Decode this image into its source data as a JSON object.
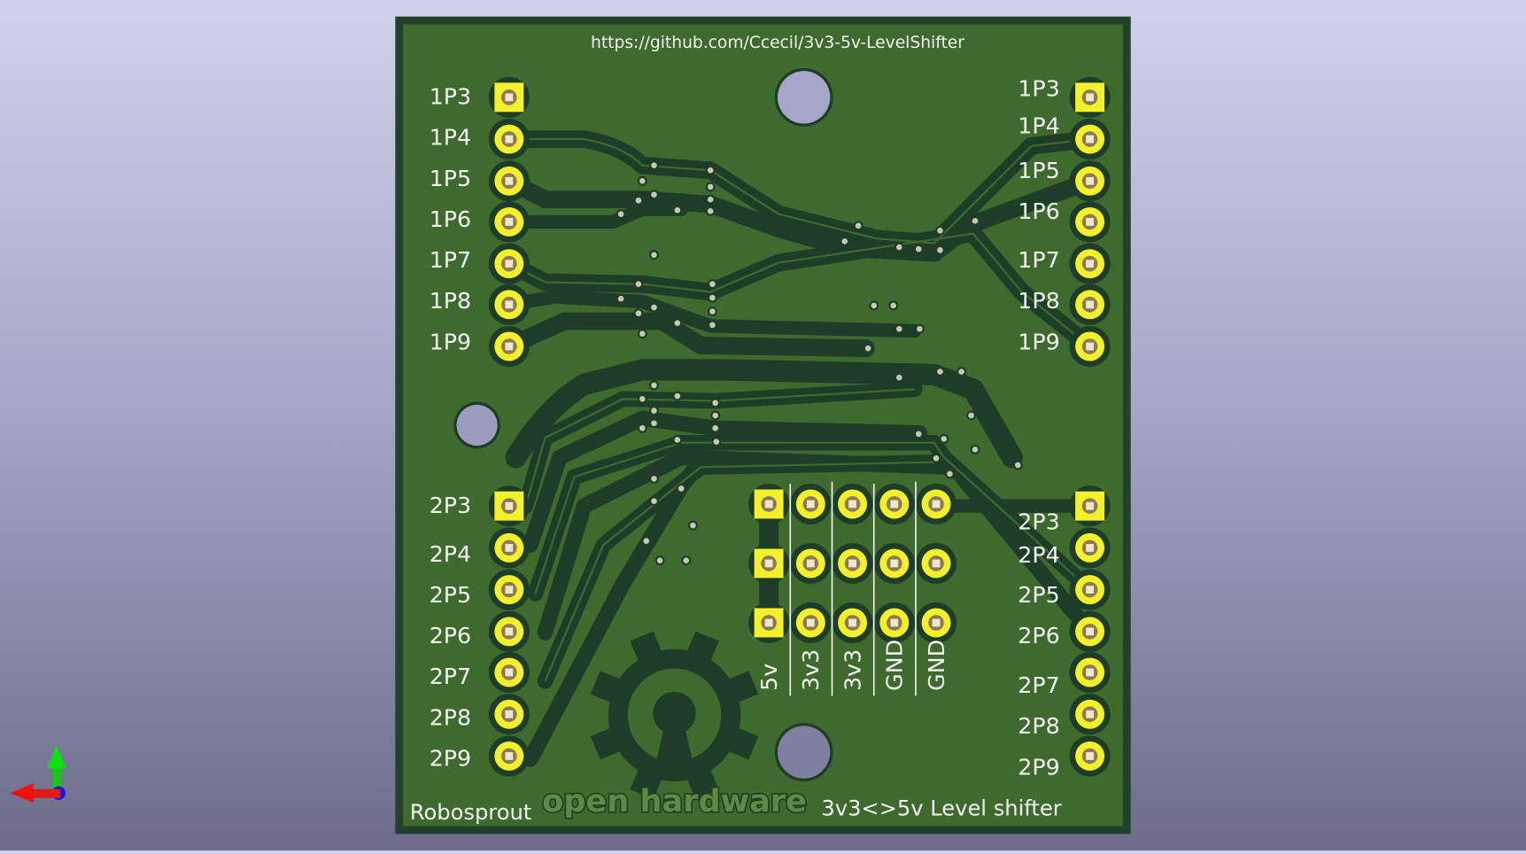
{
  "board": {
    "url_text": "https://github.com/Ccecil/3v3-5v-LevelShifter",
    "author": "Robosprout",
    "title": "3v3<>5v Level shifter",
    "logo_text": "open hardware",
    "left_top_labels": [
      "1P3",
      "1P4",
      "1P5",
      "1P6",
      "1P7",
      "1P8",
      "1P9"
    ],
    "right_top_labels": [
      "1P3",
      "1P4",
      "1P5",
      "1P6",
      "1P7",
      "1P8",
      "1P9"
    ],
    "left_bottom_labels": [
      "2P3",
      "2P4",
      "2P5",
      "2P6",
      "2P7",
      "2P8",
      "2P9"
    ],
    "right_bottom_labels": [
      "2P3",
      "2P4",
      "2P5",
      "2P6",
      "2P7",
      "2P8",
      "2P9"
    ],
    "header_labels": [
      "5v",
      "3v3",
      "3v3",
      "GND",
      "GND"
    ]
  },
  "colors": {
    "board": "#3f6a2e",
    "zone": "#1e3d28",
    "pad": "#f4f12a",
    "edge": "#1f3322"
  },
  "axes": {
    "x": "#e01010",
    "y": "#10d010",
    "z": "#1010e0"
  }
}
